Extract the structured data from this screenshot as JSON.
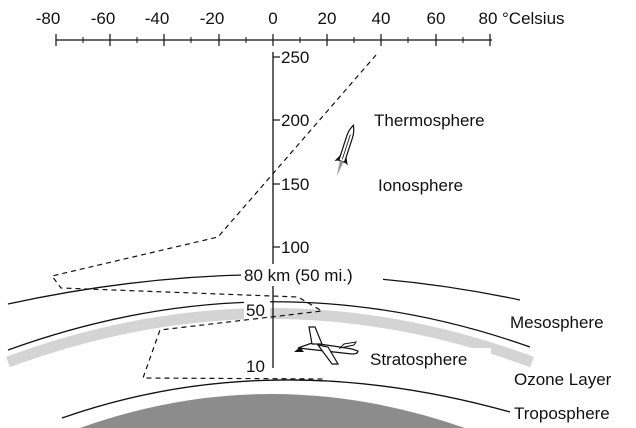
{
  "temperature_axis": {
    "unit_label": "°Celsius",
    "ticks": [
      "-80",
      "-60",
      "-40",
      "-20",
      "0",
      "20",
      "40",
      "60",
      "80"
    ]
  },
  "altitude_axis": {
    "ticks": [
      "250",
      "200",
      "150",
      "100"
    ],
    "boundary_labels": {
      "km80": "80 km (50 mi.)",
      "km50": "50",
      "km10": "10"
    }
  },
  "layers": {
    "thermosphere": "Thermosphere",
    "ionosphere": "Ionosphere",
    "mesosphere": "Mesosphere",
    "stratosphere": "Stratosphere",
    "ozone": "Ozone Layer",
    "troposphere": "Troposphere"
  },
  "icons": {
    "rocket": "rocket-icon",
    "airplane": "airplane-icon"
  },
  "colors": {
    "ozone_band": "#d4d4d4",
    "earth": "#8c8c8c",
    "ink": "#111111"
  }
}
